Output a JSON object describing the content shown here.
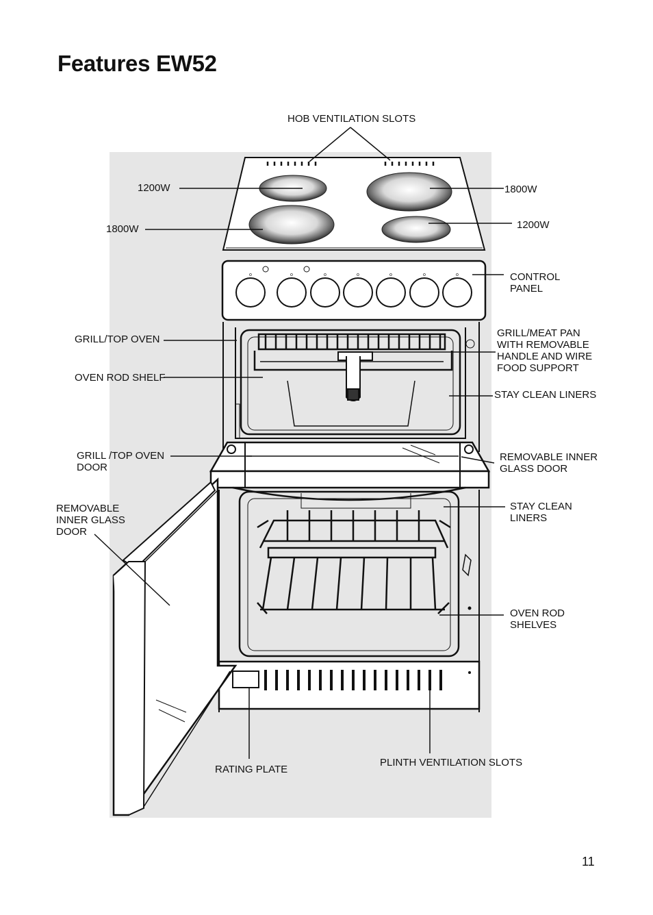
{
  "page": {
    "title": "Features EW52",
    "page_number": "11"
  },
  "labels": {
    "hob_ventilation_slots": "HOB VENTILATION SLOTS",
    "hotplate_rear_left": "1200W",
    "hotplate_front_left": "1800W",
    "hotplate_rear_right": "1800W",
    "hotplate_front_right": "1200W",
    "control_panel": "CONTROL\nPANEL",
    "grill_top_oven": "GRILL/TOP OVEN",
    "oven_rod_shelf": "OVEN ROD SHELF",
    "grill_meat_pan": "GRILL/MEAT PAN\nWITH REMOVABLE\nHANDLE AND WIRE\nFOOD SUPPORT",
    "stay_clean_liners_top": "STAY CLEAN LINERS",
    "grill_top_oven_door": "GRILL  /TOP  OVEN\nDOOR",
    "removable_inner_glass_door_right": "REMOVABLE INNER\nGLASS DOOR",
    "removable_inner_glass_door_left": "REMOVABLE\nINNER GLASS\nDOOR",
    "stay_clean_liners_main": "STAY CLEAN\nLINERS",
    "oven_rod_shelves": "OVEN ROD\nSHELVES",
    "rating_plate": "RATING PLATE",
    "plinth_ventilation_slots": "PLINTH VENTILATION SLOTS"
  },
  "colors": {
    "line": "#111111",
    "background": "#ffffff",
    "shade": "#dedede"
  }
}
